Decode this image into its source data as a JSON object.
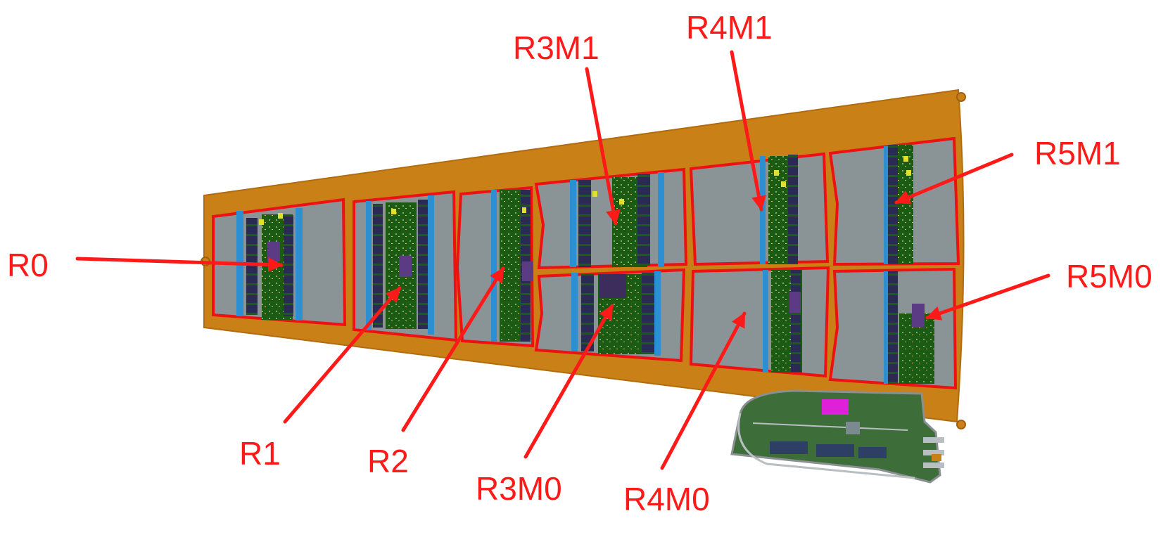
{
  "colors": {
    "annotation": "#ff1a1a",
    "petal_support": "#c98016",
    "sensor_gray": "#8a9497",
    "hybrid_green": "#1c5b14",
    "asic_purple": "#5c3b85",
    "link_blue": "#2b8fd1",
    "connector_magenta": "#e020d8"
  },
  "labels": {
    "r0": "R0",
    "r1": "R1",
    "r2": "R2",
    "r3m0": "R3M0",
    "r3m1": "R3M1",
    "r4m0": "R4M0",
    "r4m1": "R4M1",
    "r5m0": "R5M0",
    "r5m1": "R5M1"
  }
}
